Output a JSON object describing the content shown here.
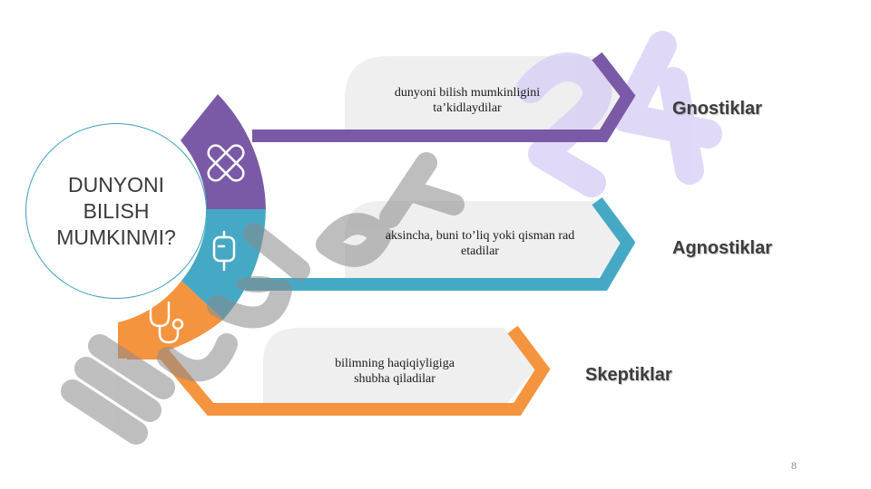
{
  "title": "DUNYONI BILISH MUMKINMI?",
  "colors": {
    "purple": "#7a5aa6",
    "teal": "#45a9c6",
    "orange": "#f4943f",
    "panel": "#efefef",
    "watermark_gray": "#8a8a8a",
    "watermark_lavender": "#d6ccf5"
  },
  "icons": {
    "purple": "bandage-icon",
    "teal": "iv-bag-icon",
    "orange": "stethoscope-icon"
  },
  "items": [
    {
      "label": "Gnostiklar",
      "description_lines": [
        "dunyoni bilish mumkinligini",
        "ta’kidlaydilar"
      ]
    },
    {
      "label": "Agnostiklar",
      "description_lines": [
        "aksincha, buni to’liq yoki qisman rad",
        "etadilar"
      ]
    },
    {
      "label": "Skeptiklar",
      "description_lines": [
        "bilimning haqiqiyligiga",
        "shubha qiladilar"
      ]
    }
  ],
  "watermark": "Hujjat 24",
  "page_number": "8"
}
